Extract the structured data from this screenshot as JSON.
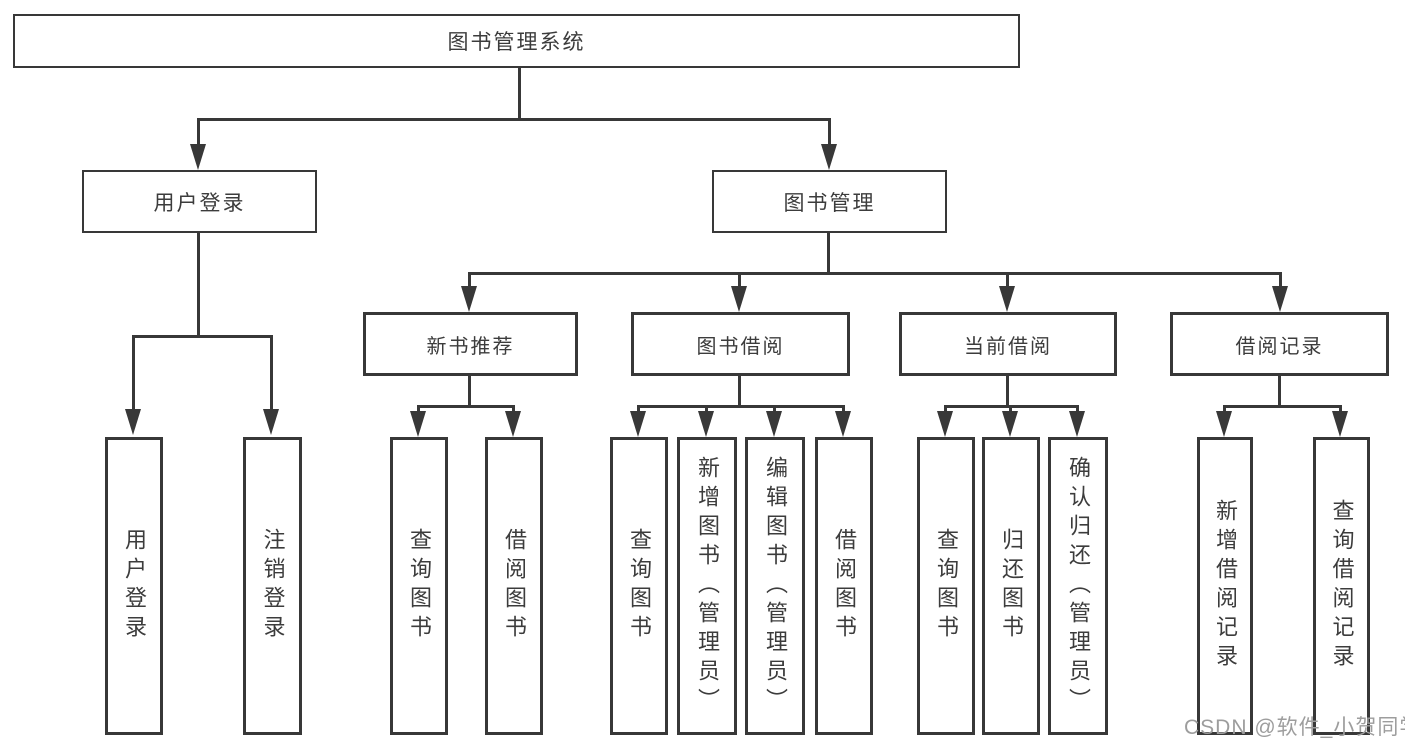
{
  "tree": {
    "root": "图书管理系统",
    "user": {
      "label": "用户登录",
      "children": [
        "用户登录",
        "注销登录"
      ]
    },
    "mgmt": {
      "label": "图书管理",
      "sections": [
        {
          "label": "新书推荐",
          "children": [
            "查询图书",
            "借阅图书"
          ]
        },
        {
          "label": "图书借阅",
          "children": [
            "查询图书",
            "新增图书（管理员）",
            "编辑图书（管理员）",
            "借阅图书"
          ]
        },
        {
          "label": "当前借阅",
          "children": [
            "查询图书",
            "归还图书",
            "确认归还（管理员）"
          ]
        },
        {
          "label": "借阅记录",
          "children": [
            "新增借阅记录",
            "查询借阅记录"
          ]
        }
      ]
    }
  },
  "watermark": "CSDN @软件_小贺同学",
  "colors": {
    "line": "#383838",
    "text": "#3c3c3c",
    "watermark": "#9d9d9d",
    "background": "#ffffff"
  }
}
